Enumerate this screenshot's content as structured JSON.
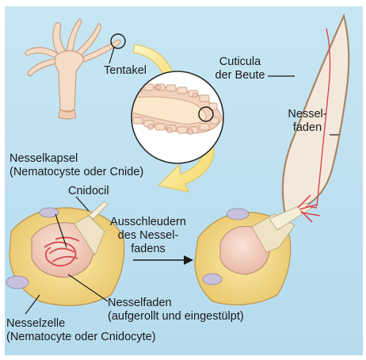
{
  "labels": {
    "tentakel": "Tentakel",
    "cuticula": [
      "Cuticula",
      "der Beute"
    ],
    "nesselfaden_fired": [
      "Nessel-",
      "faden"
    ],
    "nesselkapsel": [
      "Nesselkapsel",
      "(Nematocyste oder Cnide)"
    ],
    "cnidocil": "Cnidocil",
    "ausschleudern": [
      "Ausschleudern",
      "des Nessel-",
      "fadens"
    ],
    "nesselfaden_coiled": [
      "Nesselfaden",
      "(aufgerollt und eingestülpt)"
    ],
    "nesselzelle": [
      "Nesselzelle",
      "(Nematocyte oder Cnidocyte)"
    ]
  },
  "colors": {
    "background": "#bfe0ef",
    "prey_body": "#f4e8dc",
    "prey_outline": "#a88766",
    "cell_yellow": "#f3d98c",
    "capsule": "#f0c8b8",
    "thread_red": "#d9474f",
    "arrow_yellow": "#f7e27a"
  }
}
